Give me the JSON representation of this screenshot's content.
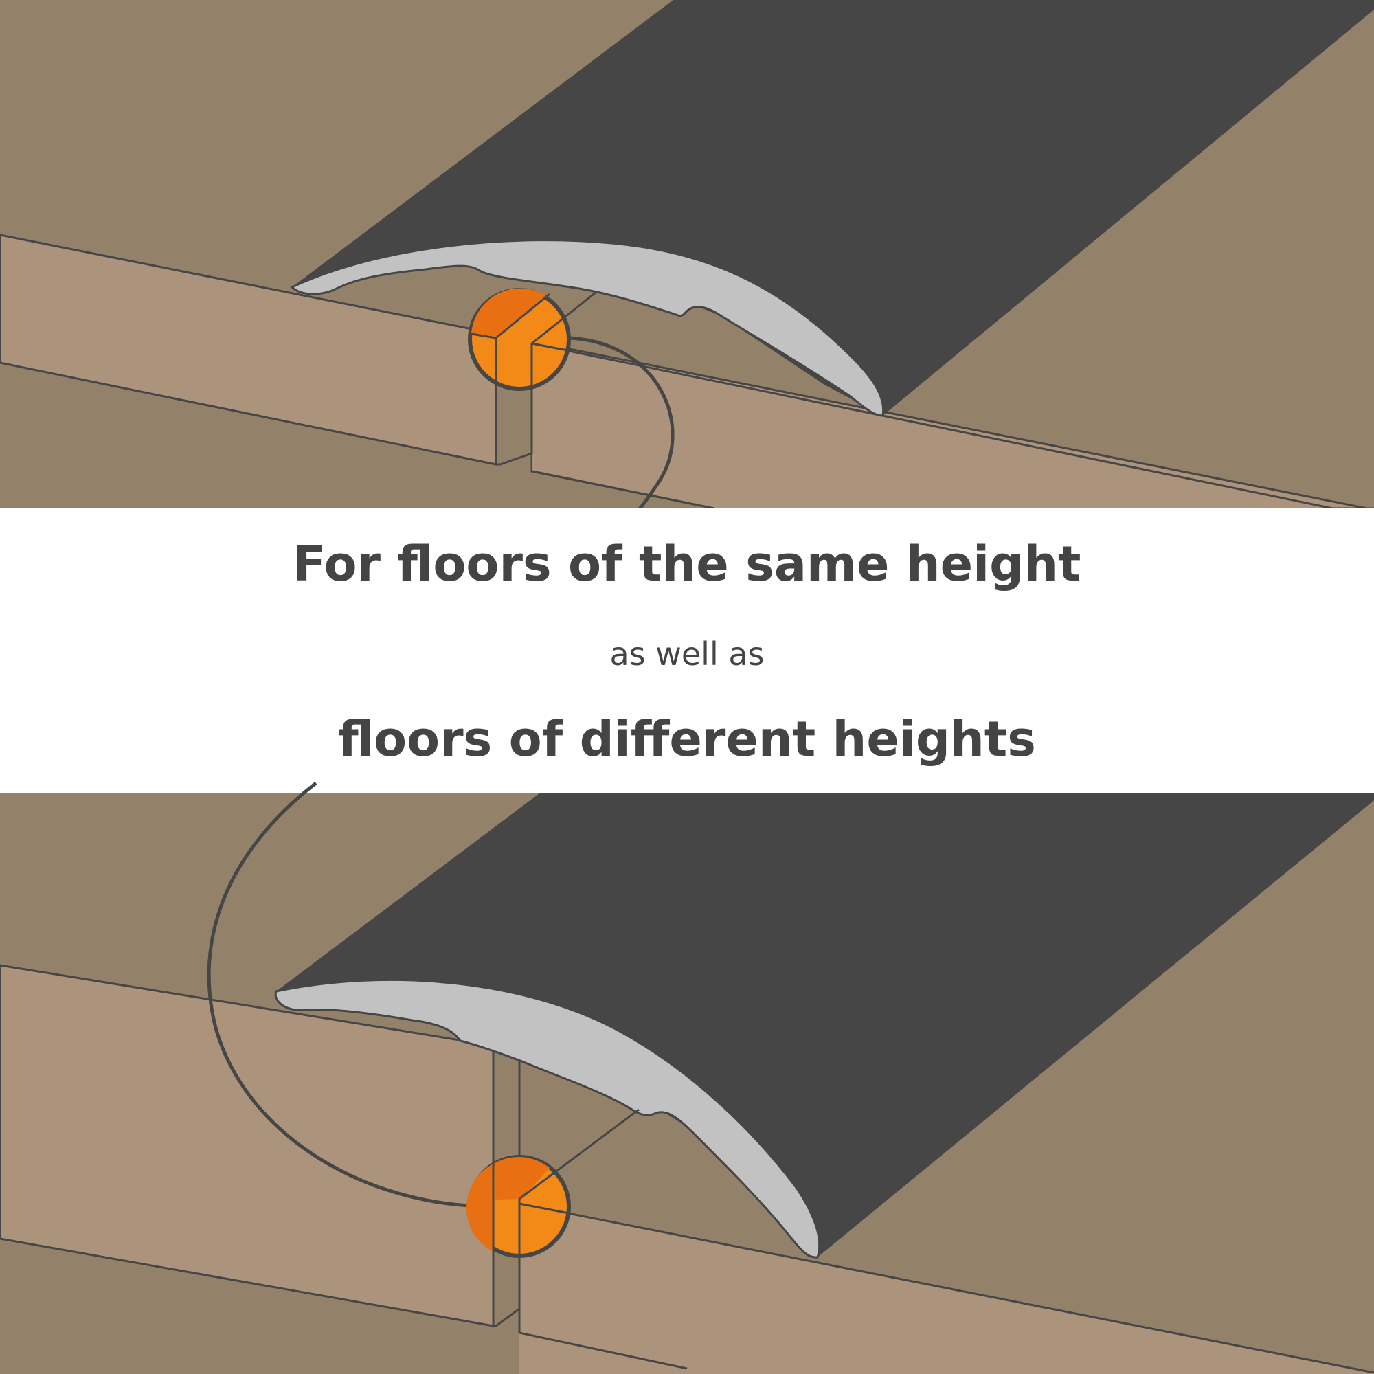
{
  "caption": {
    "line1": "For floors of the same height",
    "line2": "as well as",
    "line3": "floors of different heights"
  },
  "colors": {
    "floor_top": "#948169",
    "floor_side": "#ac937c",
    "profile_dark": "#464646",
    "profile_edge": "#c2c2c2",
    "outline": "#464646",
    "highlight_orange": "#f38a17",
    "highlight_orange_dark": "#e86f12",
    "background": "#ffffff",
    "text": "#444444"
  },
  "diagram": {
    "top_panel": "same-height floor transition profile",
    "bottom_panel": "different-height floor transition profile"
  }
}
